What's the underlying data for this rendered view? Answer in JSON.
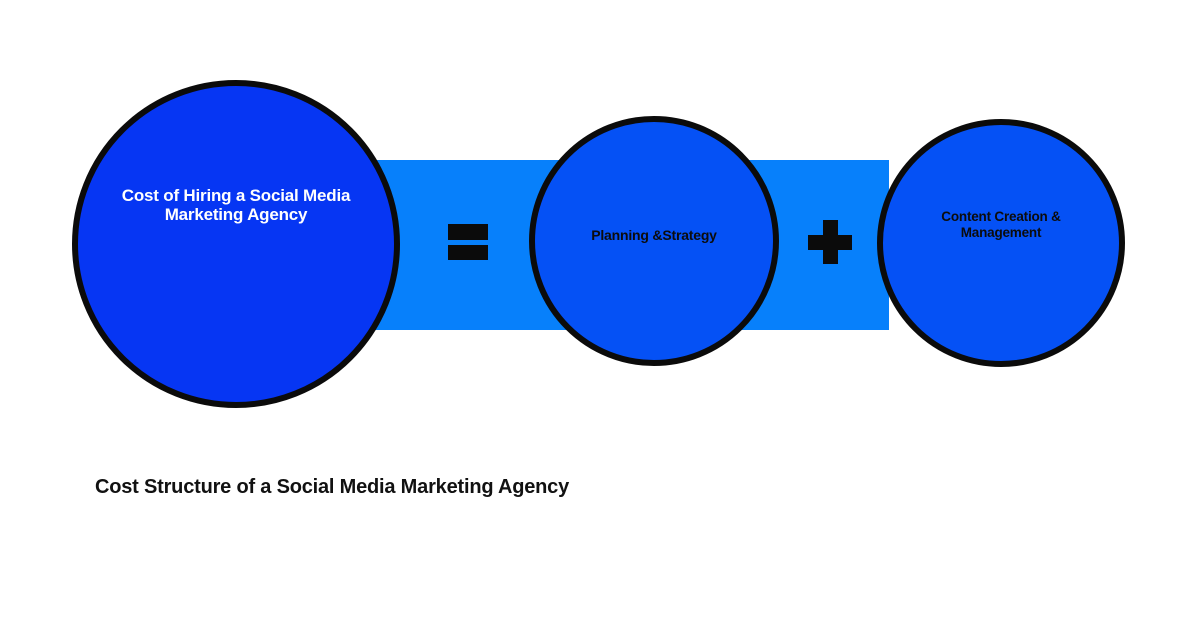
{
  "caption": "Cost Structure of a Social Media Marketing Agency",
  "equation": {
    "result": {
      "label": "Cost of Hiring a Social Media Marketing Agency"
    },
    "operator_equals": "=",
    "operator_plus": "+",
    "operands": [
      {
        "label": "Planning &Strategy"
      },
      {
        "label": "Content Creation & Management"
      }
    ]
  },
  "icons": {
    "equals": "equals-icon",
    "plus": "plus-icon"
  },
  "colors": {
    "background": "#ffffff",
    "band": "#0780fb",
    "result_circle_fill": "#0636f3",
    "operand_circle_fill": "#0551f5",
    "circle_border": "#0b0b0b",
    "operator_color": "#0b0b0b",
    "result_label_color": "#ffffff",
    "operand_label_color": "#0c0c0c",
    "caption_color": "#111111"
  }
}
